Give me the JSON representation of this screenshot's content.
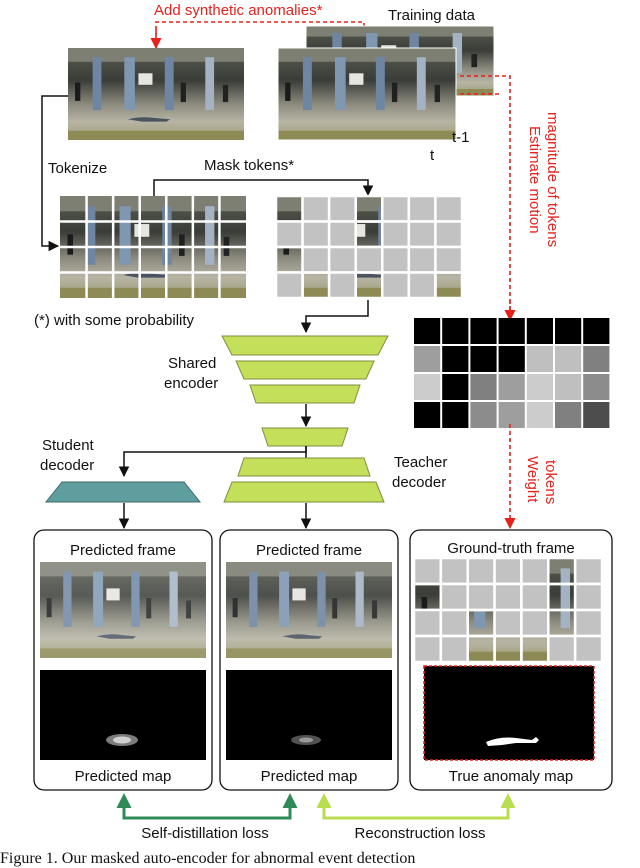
{
  "labels": {
    "add_anomalies": "Add synthetic anomalies*",
    "training_data": "Training data",
    "t_minus_1": "t-1",
    "t": "t",
    "tokenize": "Tokenize",
    "mask_tokens": "Mask tokens*",
    "with_probability": "(*) with some probability",
    "estimate_motion_1": "Estimate motion",
    "estimate_motion_2": "magnitude of tokens",
    "shared_1": "Shared",
    "shared_2": "encoder",
    "student_1": "Student",
    "student_2": "decoder",
    "teacher_1": "Teacher",
    "teacher_2": "decoder",
    "weight_1": "Weight",
    "weight_2": "tokens",
    "predicted_frame_1": "Predicted frame",
    "predicted_frame_2": "Predicted frame",
    "ground_truth_frame": "Ground-truth frame",
    "predicted_map_1": "Predicted map",
    "predicted_map_2": "Predicted map",
    "true_anomaly_map": "True anomaly map",
    "self_distillation_loss": "Self-distillation loss",
    "reconstruction_loss": "Reconstruction loss",
    "caption": "Figure 1. Our masked auto-encoder for abnormal event detection"
  },
  "colors": {
    "encoder": "#c4e05a",
    "student": "#5f9e9e",
    "annotation": "#e8211c",
    "self_distillation_arrow": "#2e8b57",
    "reconstruction_arrow": "#b8de50"
  },
  "motion_grid": [
    [
      0,
      0,
      0,
      0,
      0,
      0,
      0
    ],
    [
      0.62,
      0,
      0,
      0,
      0.75,
      0.75,
      0.5
    ],
    [
      0.8,
      0,
      0.5,
      0.62,
      0.8,
      0.75,
      0.55
    ],
    [
      0,
      0,
      0.55,
      0.62,
      0.8,
      0.5,
      0.3
    ]
  ]
}
